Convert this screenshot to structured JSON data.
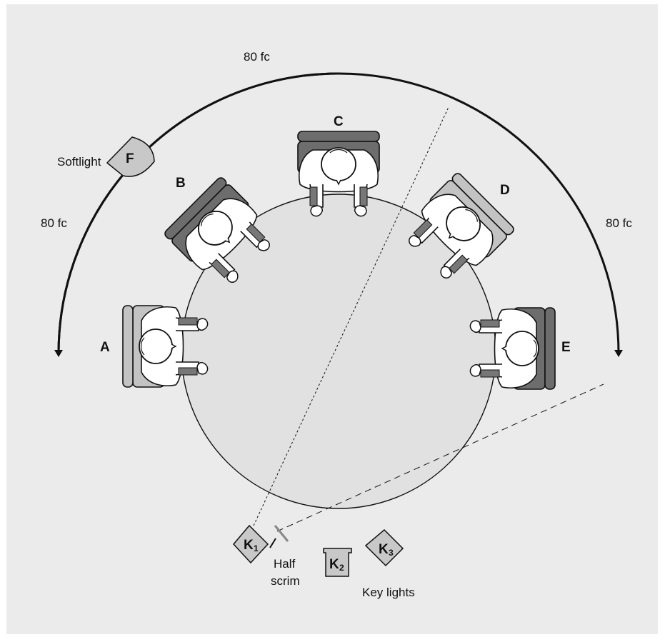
{
  "diagram": {
    "arc_labels": {
      "top": "80 fc",
      "left": "80 fc",
      "right": "80 fc"
    },
    "softlight": {
      "label": "Softlight",
      "letter": "F"
    },
    "seats": [
      {
        "letter": "A",
        "chair_tone": "light"
      },
      {
        "letter": "B",
        "chair_tone": "dark"
      },
      {
        "letter": "C",
        "chair_tone": "dark"
      },
      {
        "letter": "D",
        "chair_tone": "light"
      },
      {
        "letter": "E",
        "chair_tone": "dark"
      }
    ],
    "key_lights": {
      "k1": {
        "letter": "K",
        "subscript": "1"
      },
      "k2": {
        "letter": "K",
        "subscript": "2"
      },
      "k3": {
        "letter": "K",
        "subscript": "3"
      },
      "caption": "Key lights"
    },
    "scrim": {
      "line1": "Half",
      "line2": "scrim"
    },
    "colors": {
      "panel": "#ebebeb",
      "table": "#e1e1e1",
      "chair_dark": "#6d6d6d",
      "chair_light": "#c3c3c3",
      "lamp": "#c8c8c8",
      "ink": "#111111"
    }
  }
}
